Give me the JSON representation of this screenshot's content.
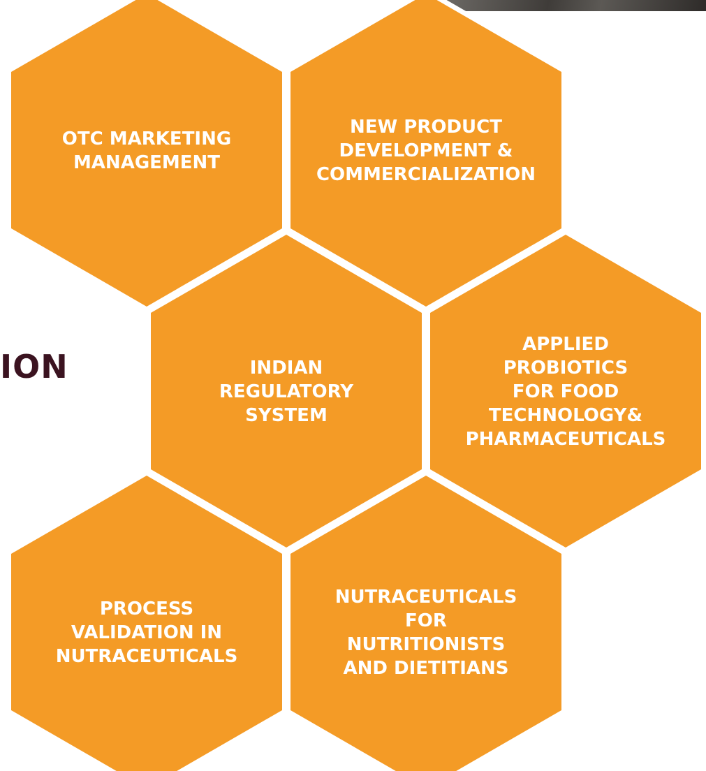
{
  "heading_fragment": "ION",
  "colors": {
    "hex_fill": "#F49B26",
    "hex_border": "#FFFFFF",
    "label_text": "#FFFFFF",
    "heading_text": "#3B1320"
  },
  "hexagons": [
    {
      "id": "otc-marketing",
      "lines": [
        "OTC MARKETING",
        "MANAGEMENT"
      ]
    },
    {
      "id": "new-product",
      "lines": [
        "NEW PRODUCT",
        "DEVELOPMENT &",
        "COMMERCIALIZATION"
      ]
    },
    {
      "id": "indian-regulatory",
      "lines": [
        "INDIAN",
        "REGULATORY",
        "SYSTEM"
      ]
    },
    {
      "id": "applied-probiotics",
      "lines": [
        "APPLIED",
        "PROBIOTICS",
        "FOR FOOD",
        "TECHNOLOGY&",
        "PHARMACEUTICALS"
      ]
    },
    {
      "id": "process-validation",
      "lines": [
        "PROCESS",
        "VALIDATION IN",
        "NUTRACEUTICALS"
      ]
    },
    {
      "id": "nutraceuticals-nutritionists",
      "lines": [
        "NUTRACEUTICALS",
        "FOR",
        "NUTRITIONISTS",
        "AND DIETITIANS"
      ]
    }
  ]
}
